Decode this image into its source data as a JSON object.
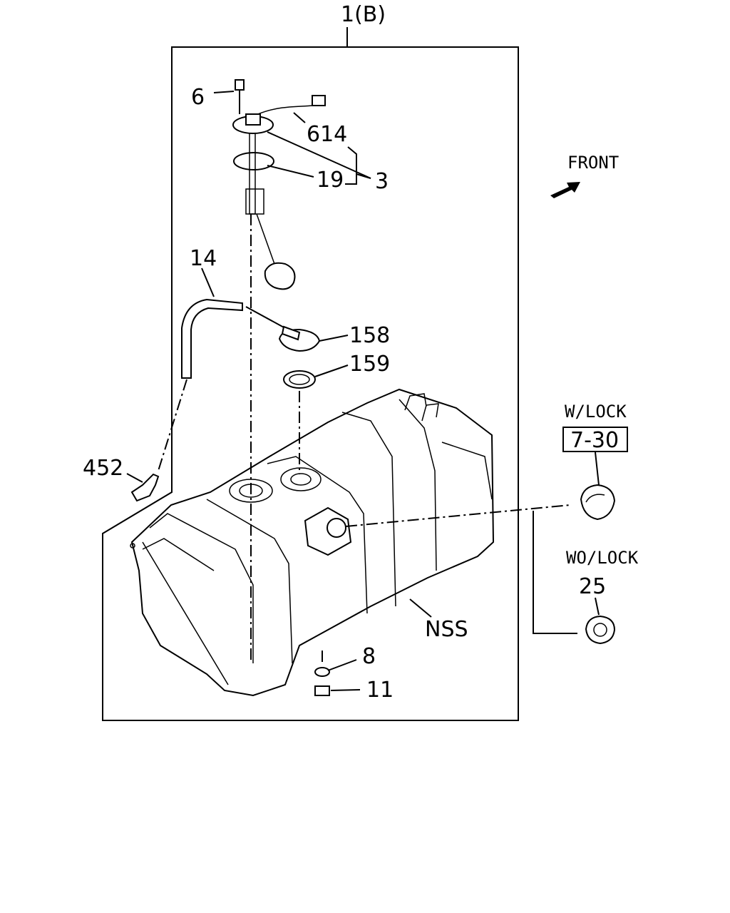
{
  "callouts": {
    "assembly": "1(B)",
    "bolt": "6",
    "harness": "614",
    "sender_group": "3",
    "gasket": "19",
    "hose": "14",
    "fitting": "158",
    "seal_ring": "159",
    "connector": "452",
    "washer": "8",
    "nut": "11",
    "tank": "NSS",
    "cap_wo_lock": "25"
  },
  "direction": {
    "label": "FRONT"
  },
  "options": {
    "with_lock": "W/LOCK",
    "with_lock_ref": "7-30",
    "without_lock": "WO/LOCK"
  }
}
